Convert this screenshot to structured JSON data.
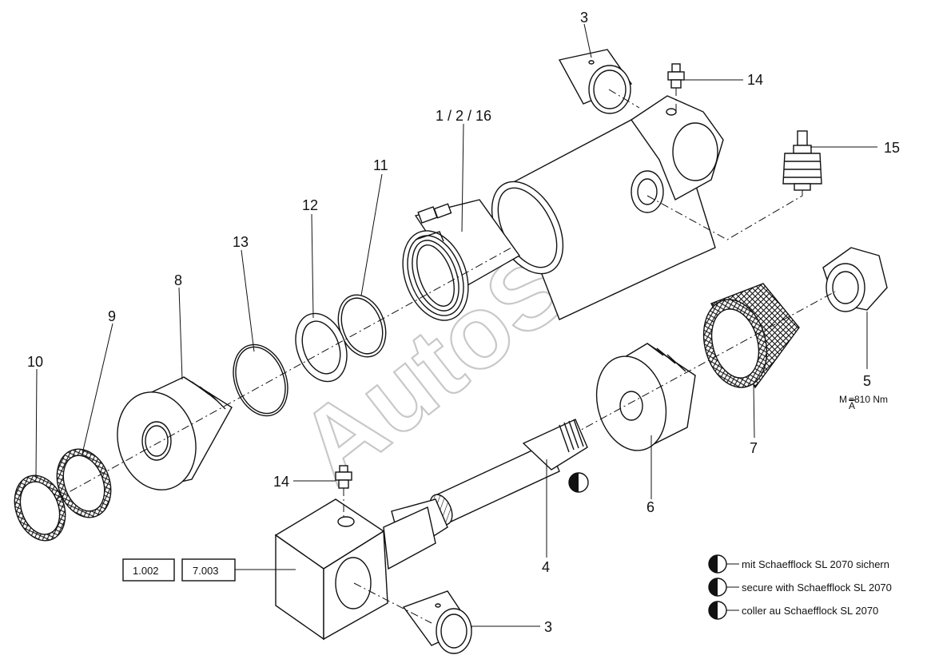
{
  "callouts": {
    "c1_2_16": "1 / 2 / 16",
    "c3_top": "3",
    "c3_bottom": "3",
    "c4": "4",
    "c5": "5",
    "c6": "6",
    "c7": "7",
    "c8": "8",
    "c9": "9",
    "c10": "10",
    "c11": "11",
    "c12": "12",
    "c13": "13",
    "c14_top": "14",
    "c14_bottom": "14",
    "c15": "15"
  },
  "torque": {
    "prefix": "M",
    "sub": "A",
    "value": "=810 Nm"
  },
  "boxes": {
    "left": "1.002",
    "right": "7.003"
  },
  "notes": [
    "mit Schaefflock SL 2070 sichern",
    "secure with Schaefflock SL 2070",
    "coller au Schaefflock SL 2070"
  ],
  "watermark": "AutoSoft"
}
